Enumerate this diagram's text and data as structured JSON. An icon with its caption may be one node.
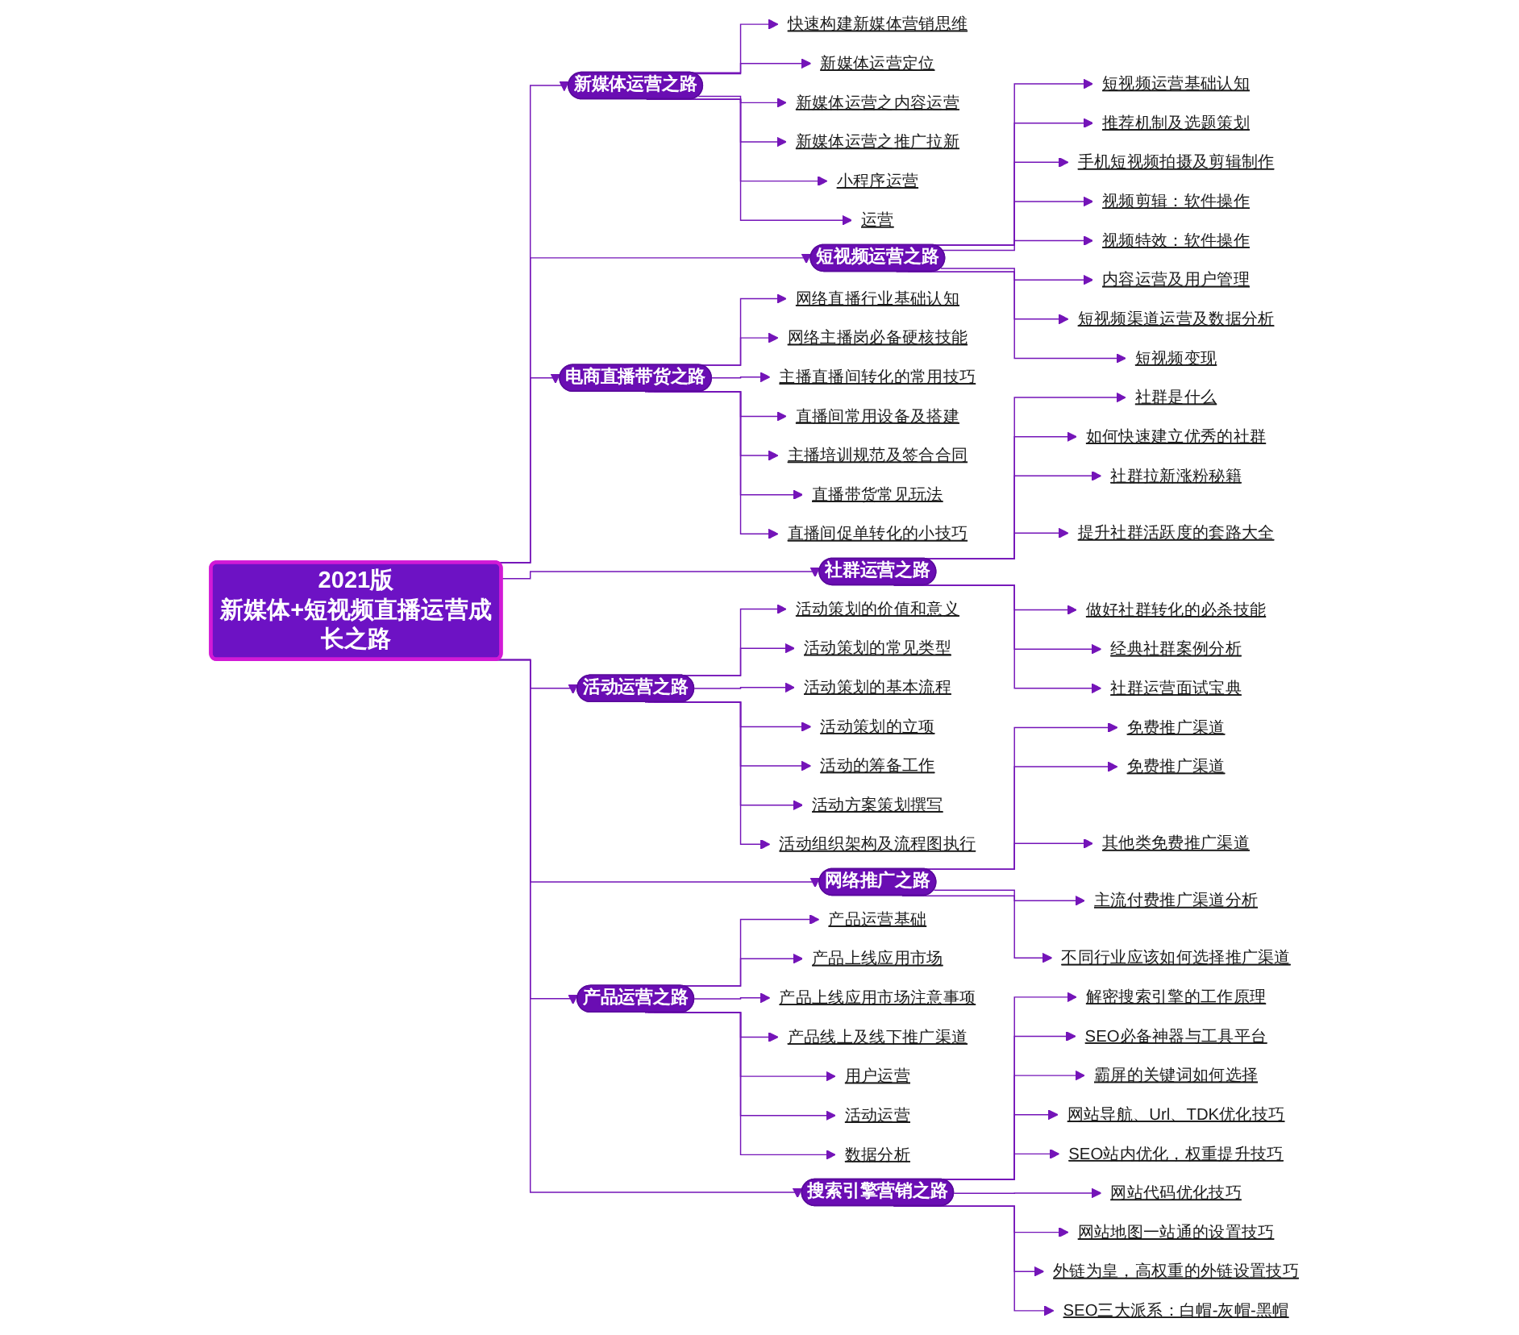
{
  "diagram": {
    "nodes": [
      {
        "text": [
          "2021版",
          "新媒体+短视频直播运营成长之路"
        ]
      },
      {
        "text": [
          "新媒体运营之路"
        ]
      },
      {
        "text": [
          "快速构建新媒体营销思维"
        ]
      },
      {
        "text": [
          "新媒体运营定位"
        ]
      },
      {
        "text": [
          "新媒体运营之内容运营"
        ]
      },
      {
        "text": [
          "新媒体运营之推广拉新"
        ]
      },
      {
        "text": [
          "小程序运营"
        ]
      },
      {
        "text": [
          "运营"
        ]
      },
      {
        "text": [
          "短视频运营之路"
        ]
      },
      {
        "text": [
          "短视频运营基础认知"
        ]
      },
      {
        "text": [
          "推荐机制及选题策划"
        ]
      },
      {
        "text": [
          "手机短视频拍摄及剪辑制作"
        ]
      },
      {
        "text": [
          "视频剪辑：软件操作"
        ]
      },
      {
        "text": [
          "视频特效：软件操作"
        ]
      },
      {
        "text": [
          "内容运营及用户管理"
        ]
      },
      {
        "text": [
          "短视频渠道运营及数据分析"
        ]
      },
      {
        "text": [
          "短视频变现"
        ]
      },
      {
        "text": [
          "电商直播带货之路"
        ]
      },
      {
        "text": [
          "网络直播行业基础认知"
        ]
      },
      {
        "text": [
          "网络主播岗必备硬核技能"
        ]
      },
      {
        "text": [
          "主播直播间转化的常用技巧"
        ]
      },
      {
        "text": [
          "直播间常用设备及搭建"
        ]
      },
      {
        "text": [
          "主播培训规范及签合合同"
        ]
      },
      {
        "text": [
          "直播带货常见玩法"
        ]
      },
      {
        "text": [
          "直播间促单转化的小技巧"
        ]
      },
      {
        "text": [
          "社群运营之路"
        ]
      },
      {
        "text": [
          "社群是什么"
        ]
      },
      {
        "text": [
          "如何快速建立优秀的社群"
        ]
      },
      {
        "text": [
          "社群拉新涨粉秘籍"
        ]
      },
      {
        "text": [
          "提升社群活跃度的套路大全"
        ]
      },
      {
        "text": [
          "做好社群转化的必杀技能"
        ]
      },
      {
        "text": [
          "经典社群案例分析"
        ]
      },
      {
        "text": [
          "社群运营面试宝典"
        ]
      },
      {
        "text": [
          "活动运营之路"
        ]
      },
      {
        "text": [
          "活动策划的价值和意义"
        ]
      },
      {
        "text": [
          "活动策划的常见类型"
        ]
      },
      {
        "text": [
          "活动策划的基本流程"
        ]
      },
      {
        "text": [
          "活动策划的立项"
        ]
      },
      {
        "text": [
          "活动的筹备工作"
        ]
      },
      {
        "text": [
          "活动方案策划撰写"
        ]
      },
      {
        "text": [
          "活动组织架构及流程图执行"
        ]
      },
      {
        "text": [
          "网络推广之路"
        ]
      },
      {
        "text": [
          "免费推广渠道"
        ]
      },
      {
        "text": [
          "免费推广渠道"
        ]
      },
      {
        "text": [
          "其他类免费推广渠道"
        ]
      },
      {
        "text": [
          "主流付费推广渠道分析"
        ]
      },
      {
        "text": [
          "不同行业应该如何选择推广渠道"
        ]
      },
      {
        "text": [
          "产品运营之路"
        ]
      },
      {
        "text": [
          "产品运营基础"
        ]
      },
      {
        "text": [
          "产品上线应用市场"
        ]
      },
      {
        "text": [
          "产品上线应用市场注意事项"
        ]
      },
      {
        "text": [
          "产品线上及线下推广渠道"
        ]
      },
      {
        "text": [
          "用户运营"
        ]
      },
      {
        "text": [
          "活动运营"
        ]
      },
      {
        "text": [
          "数据分析"
        ]
      },
      {
        "text": [
          "搜索引擎营销之路"
        ]
      },
      {
        "text": [
          "解密搜索引擎的工作原理"
        ]
      },
      {
        "text": [
          "SEO必备神器与工具平台"
        ]
      },
      {
        "text": [
          "霸屏的关键词如何选择"
        ]
      },
      {
        "text": [
          "网站导航、Url、TDK优化技巧"
        ]
      },
      {
        "text": [
          "SEO站内优化，权重提升技巧"
        ]
      },
      {
        "text": [
          "网站代码优化技巧"
        ]
      },
      {
        "text": [
          "网站地图一站通的设置技巧"
        ]
      },
      {
        "text": [
          "外链为皇，高权重的外链设置技巧"
        ]
      },
      {
        "text": [
          "SEO三大派系：白帽-灰帽-黑帽"
        ]
      }
    ],
    "edges": [
      {
        "from": 0,
        "to": 1,
        "arrow": "to"
      },
      {
        "from": 1,
        "to": 2,
        "arrow": "to"
      },
      {
        "from": 1,
        "to": 3,
        "arrow": "to"
      },
      {
        "from": 1,
        "to": 4,
        "arrow": "to"
      },
      {
        "from": 1,
        "to": 5,
        "arrow": "to"
      },
      {
        "from": 1,
        "to": 6,
        "arrow": "to"
      },
      {
        "from": 1,
        "to": 7,
        "arrow": "to"
      },
      {
        "from": 0,
        "to": 8,
        "arrow": "to"
      },
      {
        "from": 8,
        "to": 9,
        "arrow": "to"
      },
      {
        "from": 8,
        "to": 10,
        "arrow": "to"
      },
      {
        "from": 8,
        "to": 11,
        "arrow": "to"
      },
      {
        "from": 8,
        "to": 12,
        "arrow": "to"
      },
      {
        "from": 8,
        "to": 13,
        "arrow": "to"
      },
      {
        "from": 8,
        "to": 14,
        "arrow": "to"
      },
      {
        "from": 8,
        "to": 15,
        "arrow": "to"
      },
      {
        "from": 8,
        "to": 16,
        "arrow": "to"
      },
      {
        "from": 0,
        "to": 17,
        "arrow": "to"
      },
      {
        "from": 17,
        "to": 18,
        "arrow": "to"
      },
      {
        "from": 17,
        "to": 19,
        "arrow": "to"
      },
      {
        "from": 17,
        "to": 20,
        "arrow": "to"
      },
      {
        "from": 17,
        "to": 21,
        "arrow": "to"
      },
      {
        "from": 17,
        "to": 22,
        "arrow": "to"
      },
      {
        "from": 17,
        "to": 23,
        "arrow": "to"
      },
      {
        "from": 17,
        "to": 24,
        "arrow": "to"
      },
      {
        "from": 0,
        "to": 25,
        "arrow": "to"
      },
      {
        "from": 25,
        "to": 26,
        "arrow": "to"
      },
      {
        "from": 25,
        "to": 27,
        "arrow": "to"
      },
      {
        "from": 25,
        "to": 28,
        "arrow": "to"
      },
      {
        "from": 25,
        "to": 29,
        "arrow": "to"
      },
      {
        "from": 25,
        "to": 30,
        "arrow": "to"
      },
      {
        "from": 25,
        "to": 31,
        "arrow": "to"
      },
      {
        "from": 25,
        "to": 32,
        "arrow": "to"
      },
      {
        "from": 0,
        "to": 33,
        "arrow": "to"
      },
      {
        "from": 33,
        "to": 34,
        "arrow": "to"
      },
      {
        "from": 33,
        "to": 35,
        "arrow": "to"
      },
      {
        "from": 33,
        "to": 36,
        "arrow": "to"
      },
      {
        "from": 33,
        "to": 37,
        "arrow": "to"
      },
      {
        "from": 33,
        "to": 38,
        "arrow": "to"
      },
      {
        "from": 33,
        "to": 39,
        "arrow": "to"
      },
      {
        "from": 33,
        "to": 40,
        "arrow": "to"
      },
      {
        "from": 0,
        "to": 41,
        "arrow": "to"
      },
      {
        "from": 41,
        "to": 42,
        "arrow": "to"
      },
      {
        "from": 41,
        "to": 43,
        "arrow": "to"
      },
      {
        "from": 41,
        "to": 44,
        "arrow": "to"
      },
      {
        "from": 41,
        "to": 45,
        "arrow": "to"
      },
      {
        "from": 41,
        "to": 46,
        "arrow": "to"
      },
      {
        "from": 0,
        "to": 47,
        "arrow": "to"
      },
      {
        "from": 47,
        "to": 48,
        "arrow": "to"
      },
      {
        "from": 47,
        "to": 49,
        "arrow": "to"
      },
      {
        "from": 47,
        "to": 50,
        "arrow": "to"
      },
      {
        "from": 47,
        "to": 51,
        "arrow": "to"
      },
      {
        "from": 47,
        "to": 52,
        "arrow": "to"
      },
      {
        "from": 47,
        "to": 53,
        "arrow": "to"
      },
      {
        "from": 47,
        "to": 54,
        "arrow": "to"
      },
      {
        "from": 0,
        "to": 55,
        "arrow": "to"
      },
      {
        "from": 55,
        "to": 56,
        "arrow": "to"
      },
      {
        "from": 55,
        "to": 57,
        "arrow": "to"
      },
      {
        "from": 55,
        "to": 58,
        "arrow": "to"
      },
      {
        "from": 55,
        "to": 59,
        "arrow": "to"
      },
      {
        "from": 55,
        "to": 60,
        "arrow": "to"
      },
      {
        "from": 55,
        "to": 61,
        "arrow": "to"
      },
      {
        "from": 55,
        "to": 62,
        "arrow": "to"
      },
      {
        "from": 55,
        "to": 63,
        "arrow": "to"
      },
      {
        "from": 55,
        "to": 64,
        "arrow": "to"
      }
    ]
  }
}
